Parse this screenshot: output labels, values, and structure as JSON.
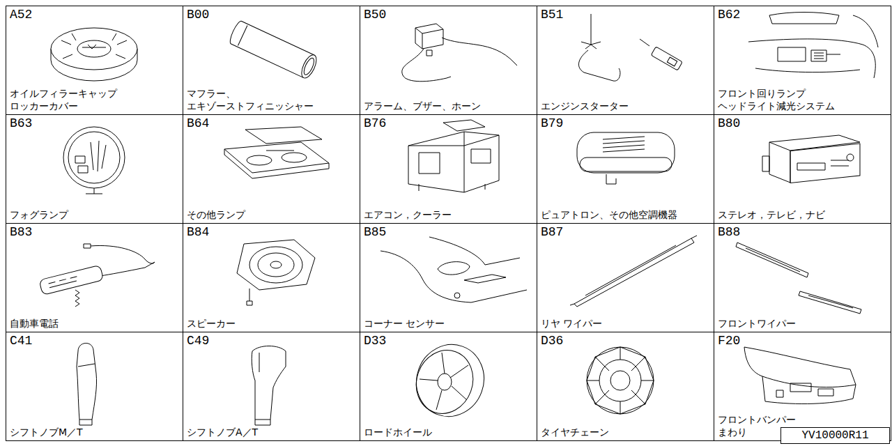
{
  "diagram": {
    "nodes": [
      {
        "text": [
          "A52",
          "オイルフィラーキャップ ロッカーカバー"
        ]
      },
      {
        "text": [
          "B00",
          "マフラー、 エキゾーストフィニッシャー"
        ]
      },
      {
        "text": [
          "B50",
          "アラーム、ブザー、ホーン"
        ]
      },
      {
        "text": [
          "B51",
          "エンジンスターター"
        ]
      },
      {
        "text": [
          "B62",
          "フロント回りランプ ヘッドライト減光システム"
        ]
      },
      {
        "text": [
          "B63",
          "フォグランプ"
        ]
      },
      {
        "text": [
          "B64",
          "その他ランプ"
        ]
      },
      {
        "text": [
          "B76",
          "エアコン，クーラー"
        ]
      },
      {
        "text": [
          "B79",
          "ピュアトロン、その他空調機器"
        ]
      },
      {
        "text": [
          "B80",
          "ステレオ，テレビ，ナビ"
        ]
      },
      {
        "text": [
          "B83",
          "自動車電話"
        ]
      },
      {
        "text": [
          "B84",
          "スピーカー"
        ]
      },
      {
        "text": [
          "B85",
          "コーナー センサー"
        ]
      },
      {
        "text": [
          "B87",
          "リヤ ワイパー"
        ]
      },
      {
        "text": [
          "B88",
          "フロントワイパー"
        ]
      },
      {
        "text": [
          "C41",
          "シフトノブM／T"
        ]
      },
      {
        "text": [
          "C49",
          "シフトノブA／T"
        ]
      },
      {
        "text": [
          "D33",
          "ロードホイール"
        ]
      },
      {
        "text": [
          "D36",
          "タイヤチェーン"
        ]
      },
      {
        "text": [
          "F20",
          "フロントバンパー まわり"
        ]
      },
      {
        "text": [
          "YV10000R11"
        ]
      }
    ]
  }
}
